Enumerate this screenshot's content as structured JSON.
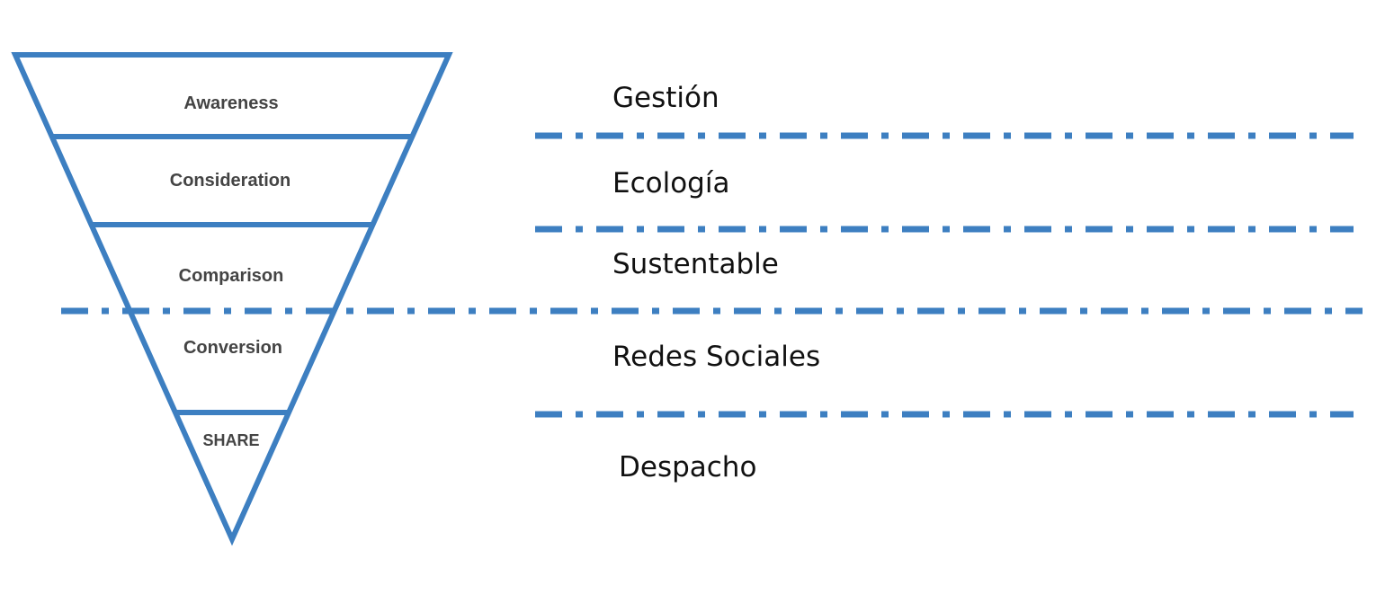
{
  "colors": {
    "accent": "#3d7fc1",
    "stage_text": "#444444",
    "category_text": "#111111"
  },
  "funnel": {
    "stages": [
      {
        "label": "Awareness"
      },
      {
        "label": "Consideration"
      },
      {
        "label": "Comparison"
      },
      {
        "label": "Conversion"
      },
      {
        "label": "SHARE"
      }
    ]
  },
  "categories": [
    {
      "label": "Gestión"
    },
    {
      "label": "Ecología"
    },
    {
      "label": "Sustentable"
    },
    {
      "label": "Redes Sociales"
    },
    {
      "label": "Despacho"
    }
  ]
}
